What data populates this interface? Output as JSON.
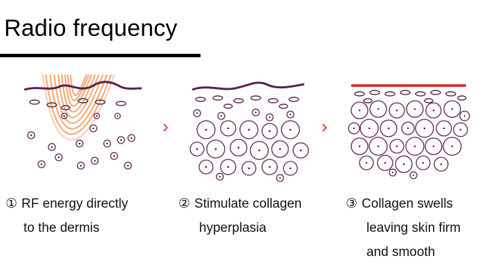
{
  "title": "Radio frequency",
  "steps": [
    {
      "number": "①",
      "line1": "RF energy directly",
      "line2": "to the dermis",
      "line3": ""
    },
    {
      "number": "②",
      "line1": "Stimulate collagen",
      "line2": "hyperplasia",
      "line3": ""
    },
    {
      "number": "③",
      "line1": "Collagen swells",
      "line2": "leaving skin firm",
      "line3": "and smooth"
    }
  ],
  "colors": {
    "skin_line": "#5a1f4e",
    "surface_red": "#d41f1f",
    "cell_stroke": "#5a1f4e",
    "rf_energy": "#f2a36b",
    "arrow": "#d23a1a"
  },
  "icons": [
    "arrow-right-icon"
  ]
}
